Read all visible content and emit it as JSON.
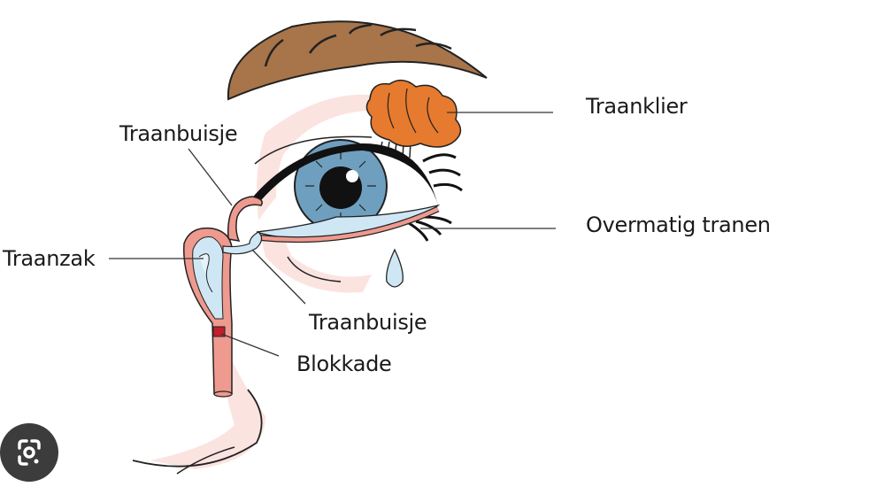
{
  "labels": {
    "lacrimal_gland": "Traanklier",
    "upper_canaliculus": "Traanbuisje",
    "excessive_tearing": "Overmatig tranen",
    "lacrimal_sac": "Traanzak",
    "lower_canaliculus": "Traanbuisje",
    "blockage": "Blokkade"
  },
  "colors": {
    "eyebrow": "#a8744a",
    "gland": "#e67a2e",
    "iris": "#6f9fbf",
    "duct": "#ee9a8e",
    "tear": "#cfe7f5",
    "blockage": "#c0202a",
    "skin_shadow": "#fbe3e0"
  },
  "icons": {
    "lens": "google-lens-icon"
  }
}
